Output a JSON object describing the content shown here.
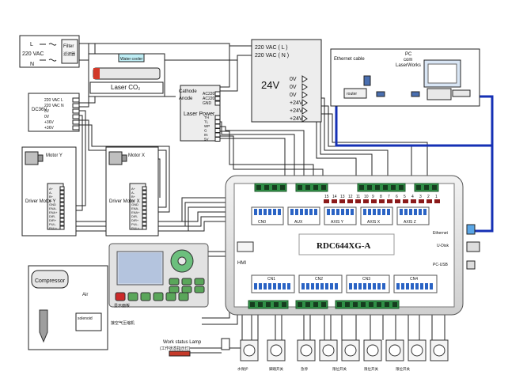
{
  "filter": {
    "l": "L",
    "n": "N",
    "vac": "220 VAC",
    "label": "Filter",
    "sub": "滤波器"
  },
  "tube": {
    "water": "Water cooler",
    "laser": "Laser CO₂"
  },
  "dc36": {
    "label": "DC36V",
    "pins": [
      "220 VAC L",
      "220 VAC N",
      "0V",
      "0V",
      "+36V",
      "+36V"
    ]
  },
  "supply24": {
    "in_l": "220 VAC ( L )",
    "in_n": "220 VAC ( N )",
    "big": "24V",
    "outs": [
      "0V",
      "0V",
      "0V",
      "+24V",
      "+24V",
      "+24V"
    ]
  },
  "laserpower": {
    "label": "Laser Power",
    "cathode": "Cathode",
    "anode": "Anode",
    "ac": [
      "AC220",
      "AC220",
      "GND"
    ],
    "pins": [
      "TH",
      "TL",
      "WP",
      "G",
      "IN",
      "5V"
    ]
  },
  "ethernet": {
    "cable": "Ethernet cable",
    "router": "router"
  },
  "pc": {
    "line1": "PC",
    "line2": "com",
    "line3": "LaserWorks"
  },
  "motors": {
    "y": {
      "motor": "Motor Y",
      "driver": "Driver Motor Y"
    },
    "x": {
      "motor": "Motor X",
      "driver": "Driver Motor X"
    }
  },
  "driver_pins": [
    "A+",
    "A-",
    "B+",
    "B-",
    "GND",
    "ENA-",
    "ENA+",
    "DIR-",
    "DIR+",
    "PUL-",
    "PUL+"
  ],
  "controller": {
    "model": "RDC644XG-A",
    "hmi": "HMI",
    "ethernet": "Ethernet",
    "usb": "U-Disk",
    "pcusb": "PC-USB",
    "top_pins": [
      "15",
      "14",
      "13",
      "12",
      "11",
      "10",
      "9",
      "8",
      "7",
      "6",
      "5",
      "4",
      "3",
      "2",
      "1"
    ],
    "top_groups": [
      "CN0",
      "AUX",
      "AXIS Y",
      "AXIS X",
      "AXIS Z"
    ],
    "bottom_groups": [
      "CN1",
      "CN2",
      "CN3",
      "CN4"
    ]
  },
  "panel": {
    "note": "显示面板"
  },
  "compressor": {
    "label": "Compressor",
    "air": "Air",
    "solenoid": "solenoid"
  },
  "air_note": "接空气压缩机",
  "work_lamp": {
    "line1": "Work status Lamp",
    "line2": "(工作状态指示灯)"
  },
  "bottom_labels": [
    "水保护",
    "脚踏开关",
    "急停",
    "限位开关",
    "限位开关",
    "限位开关"
  ]
}
